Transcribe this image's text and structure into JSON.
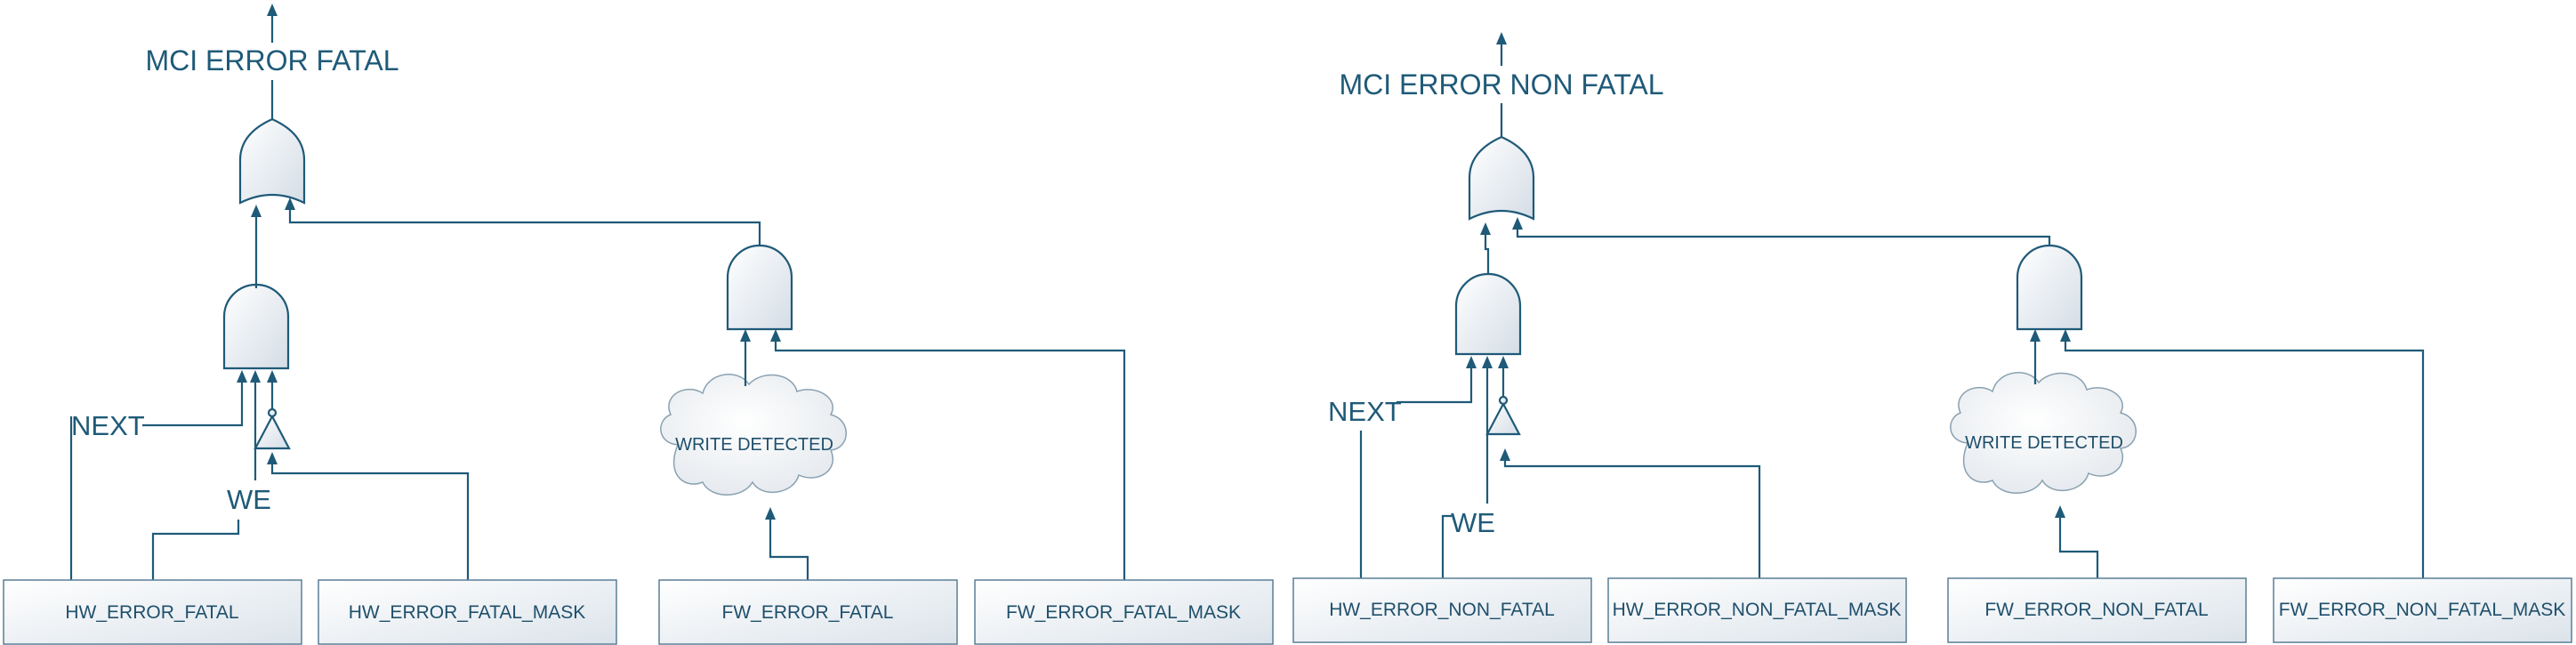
{
  "left": {
    "output_label": "MCI ERROR FATAL",
    "next_label": "NEXT",
    "we_label": "WE",
    "cloud_label": "WRITE DETECTED",
    "inputs": [
      "HW_ERROR_FATAL",
      "HW_ERROR_FATAL_MASK",
      "FW_ERROR_FATAL",
      "FW_ERROR_FATAL_MASK"
    ]
  },
  "right": {
    "output_label": "MCI ERROR NON FATAL",
    "next_label": "NEXT",
    "we_label": "WE",
    "cloud_label": "WRITE DETECTED",
    "inputs": [
      "HW_ERROR_NON_FATAL",
      "HW_ERROR_NON_FATAL_MASK",
      "FW_ERROR_NON_FATAL",
      "FW_ERROR_NON_FATAL_MASK"
    ]
  },
  "colors": {
    "line": "#1f5a78",
    "box_border": "#5a7f96"
  }
}
